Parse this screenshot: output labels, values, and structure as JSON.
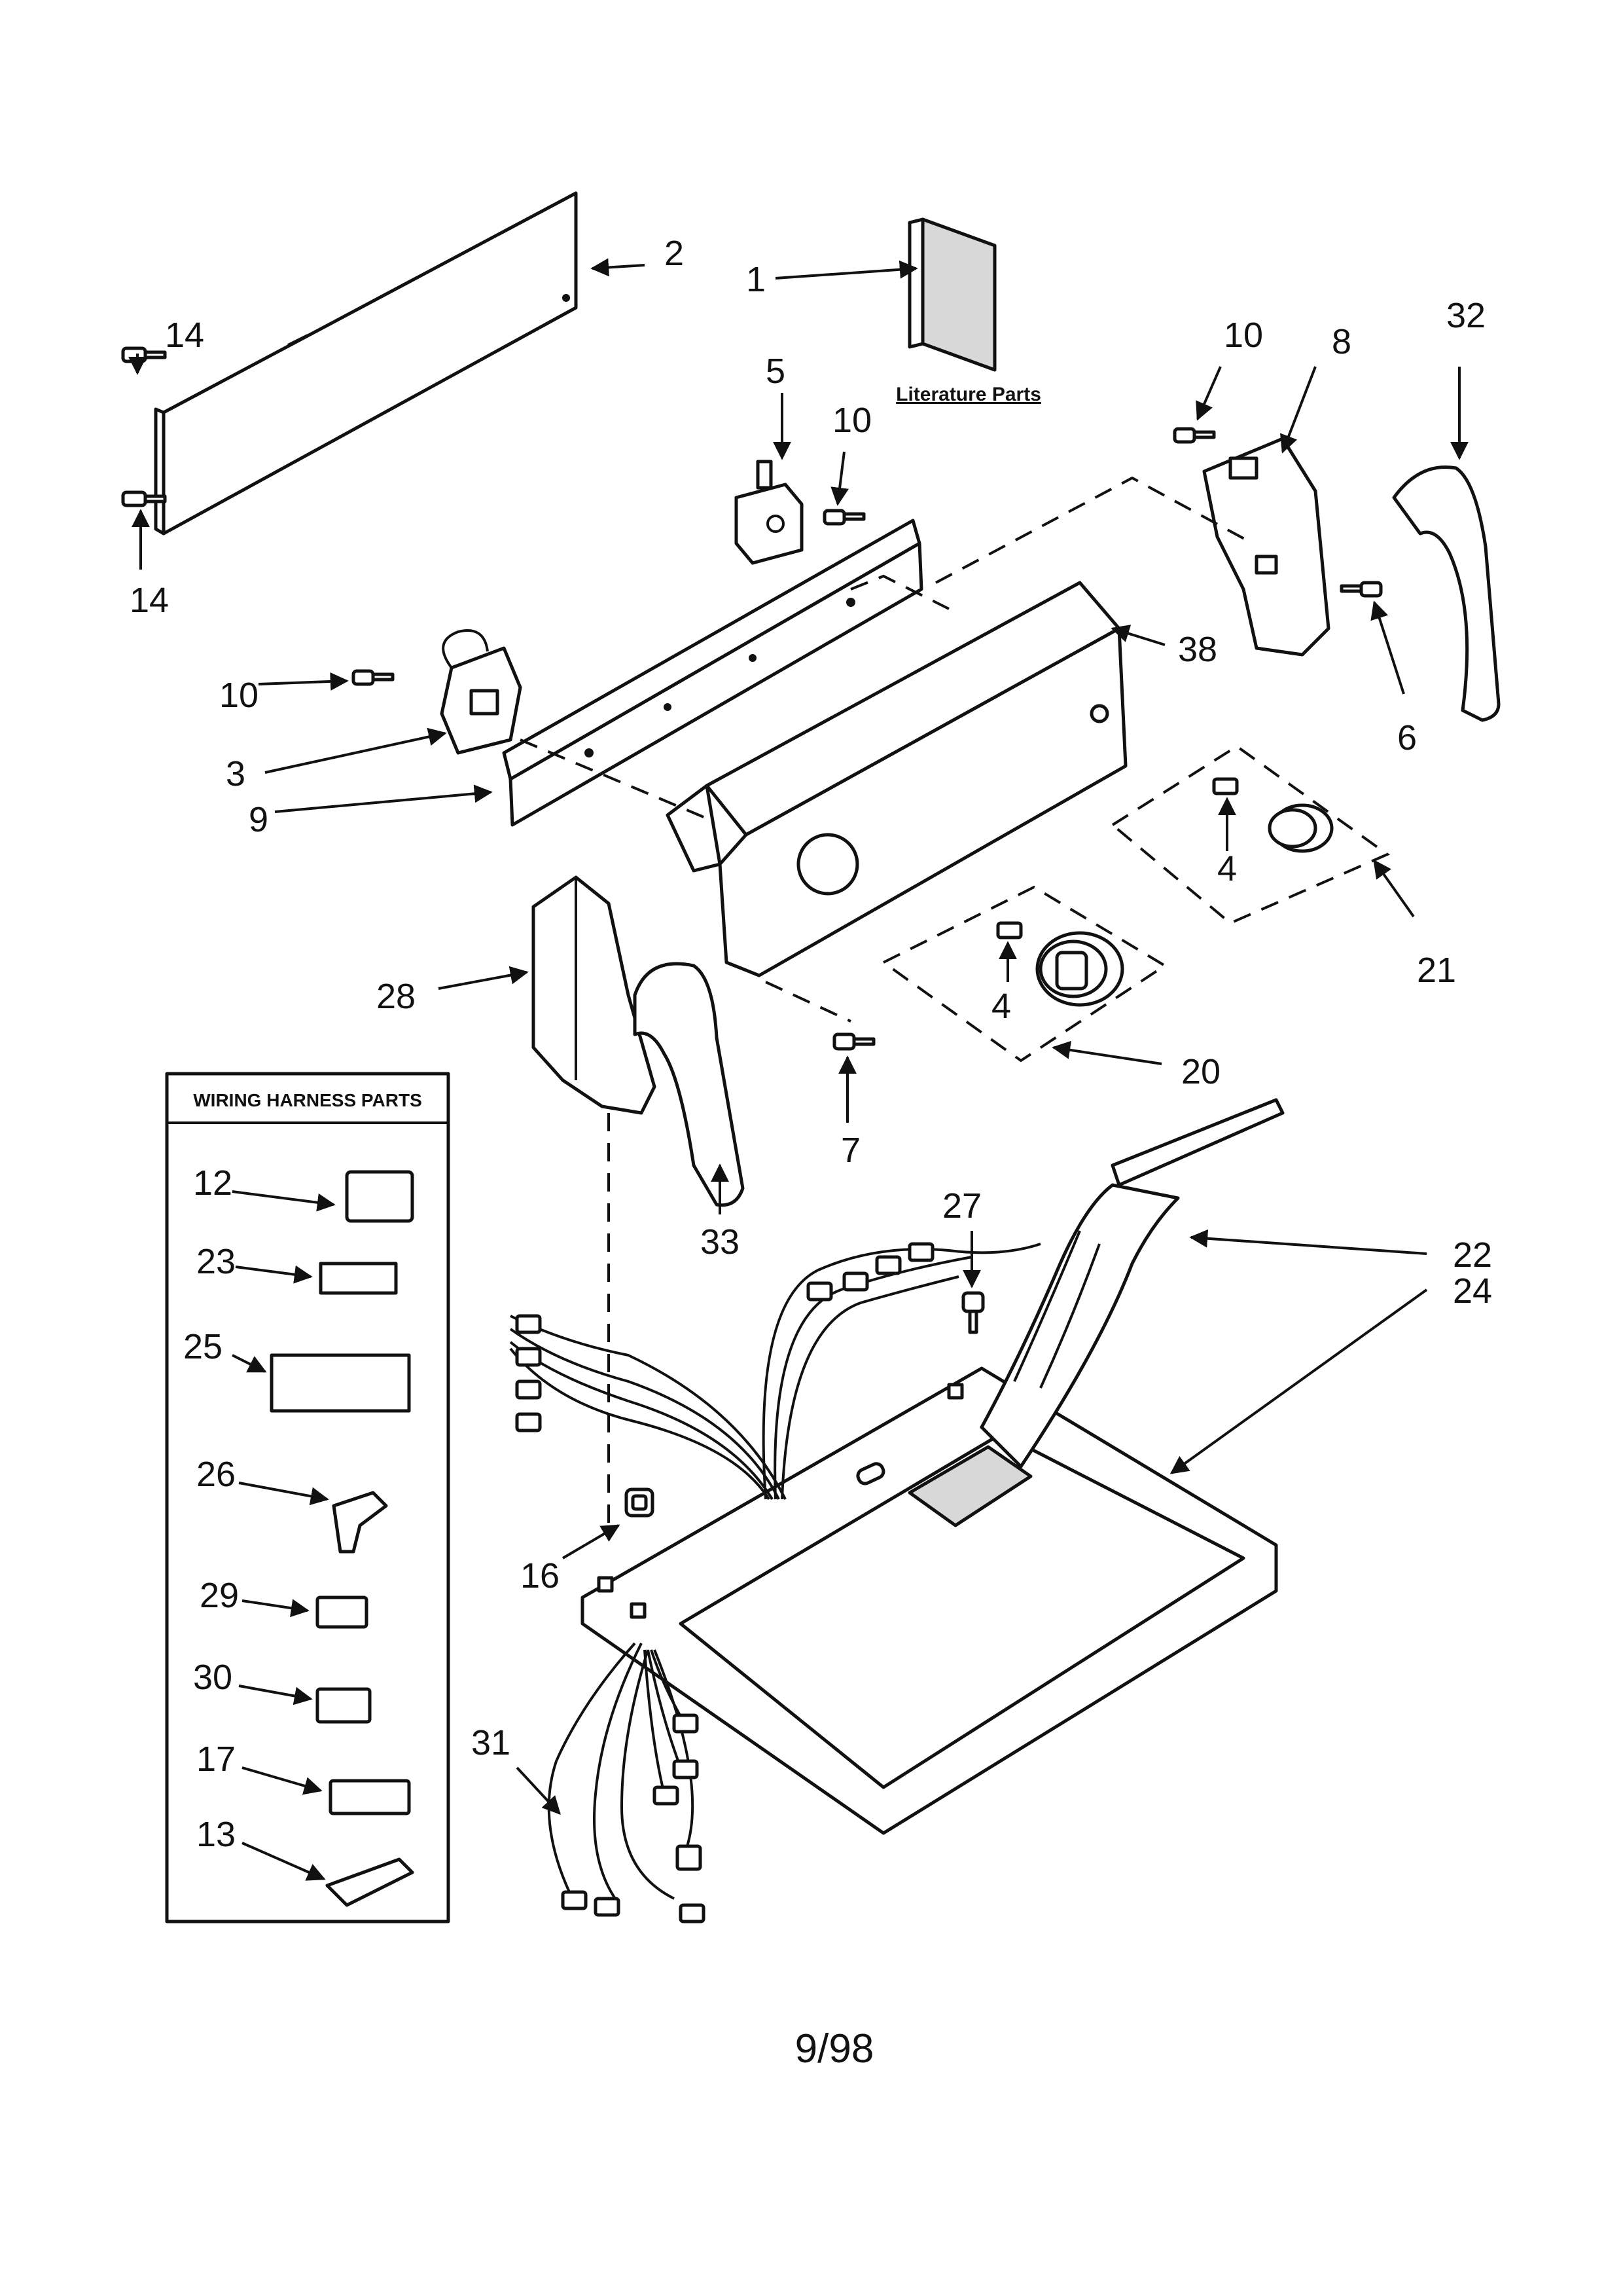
{
  "diagram": {
    "literature_label": "Literature Parts",
    "wiring_box_title": "WIRING HARNESS PARTS",
    "date_code": "9/98",
    "callouts": {
      "c1": "1",
      "c2": "2",
      "c3": "3",
      "c4a": "4",
      "c4b": "4",
      "c5": "5",
      "c6": "6",
      "c7": "7",
      "c8": "8",
      "c9": "9",
      "c10a": "10",
      "c10b": "10",
      "c10c": "10",
      "c12": "12",
      "c13": "13",
      "c14a": "14",
      "c14b": "14",
      "c16": "16",
      "c17": "17",
      "c20": "20",
      "c21": "21",
      "c22": "22",
      "c23": "23",
      "c24": "24",
      "c25": "25",
      "c26": "26",
      "c27": "27",
      "c28": "28",
      "c29": "29",
      "c30": "30",
      "c31": "31",
      "c32": "32",
      "c33": "33",
      "c38": "38"
    }
  }
}
